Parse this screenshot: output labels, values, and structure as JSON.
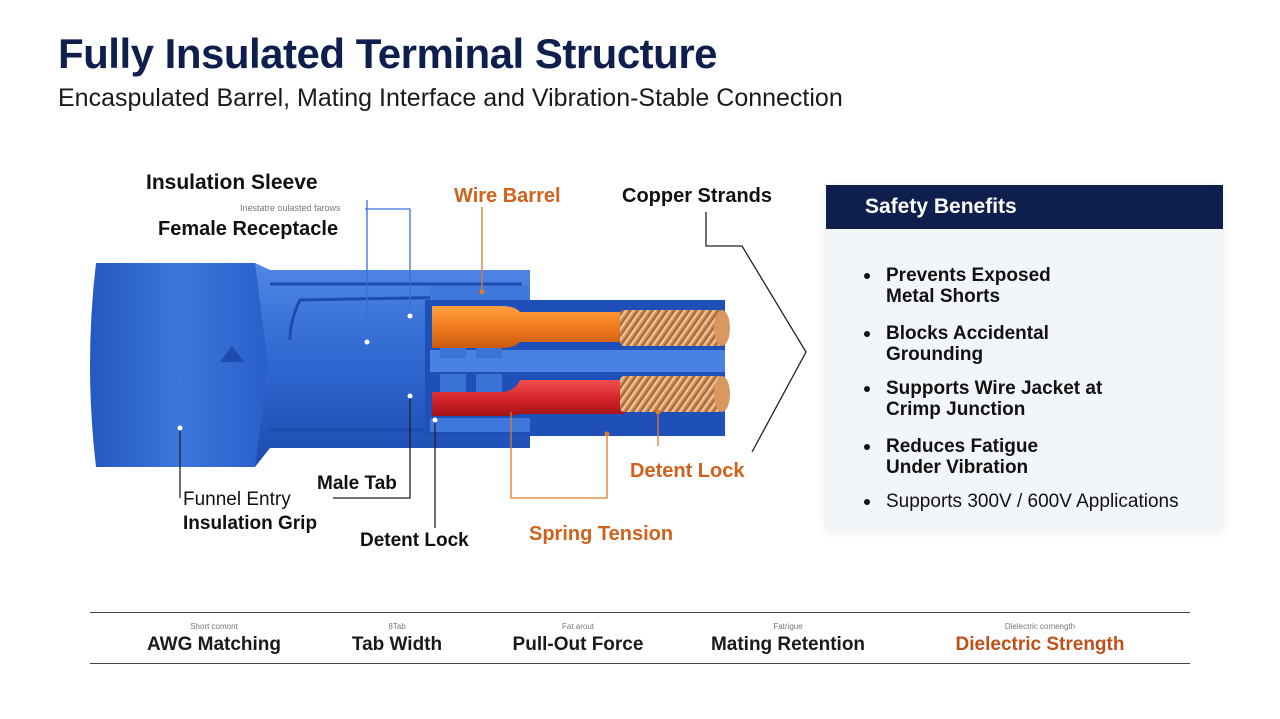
{
  "title": "Fully Insulated Terminal Structure",
  "subtitle": "Encaspulated Barrel, Mating Interface and Vibration-Stable Connection",
  "callouts": {
    "insulation_sleeve": "Insulation Sleeve",
    "insulation_note": "Inestatre oulasted farows",
    "female_receptacle": "Female Receptacle",
    "wire_barrel": "Wire Barrel",
    "copper_strands": "Copper Strands",
    "funnel_entry": "Funnel Entry",
    "insulation_grip": "Insulation Grip",
    "male_tab": "Male Tab",
    "detent_lock_bottom": "Detent Lock",
    "spring_tension": "Spring Tension",
    "detent_lock_right": "Detent Lock"
  },
  "safety": {
    "heading": "Safety Benefits",
    "items": [
      {
        "line1": "Prevents Exposed",
        "line2": "Metal Shorts"
      },
      {
        "line1": "Blocks Accidental",
        "line2": "Grounding"
      },
      {
        "line1": "Supports Wire Jacket at",
        "line2": "Crimp Junction"
      },
      {
        "line1": "Reduces Fatigue",
        "line2": "Under Vibration"
      },
      {
        "line1": "Supports 300V / 600V Applications",
        "line2": ""
      }
    ]
  },
  "specs": [
    {
      "small": "Short comont",
      "label": "AWG Matching"
    },
    {
      "small": "8Tab",
      "label": "Tab Width"
    },
    {
      "small": "Fat arout",
      "label": "Pull-Out Force"
    },
    {
      "small": "Fatrigue",
      "label": "Mating Retention"
    },
    {
      "small": "Dielectric comength",
      "label": "Dielectric Strength"
    }
  ],
  "colors": {
    "navy": "#0f1f4d",
    "sleeve_blue": "#2f66d0",
    "orange_wire": "#f07a1e",
    "red_wire": "#d6262b",
    "copper": "#c98a55",
    "accent_orange": "#d0621c"
  }
}
